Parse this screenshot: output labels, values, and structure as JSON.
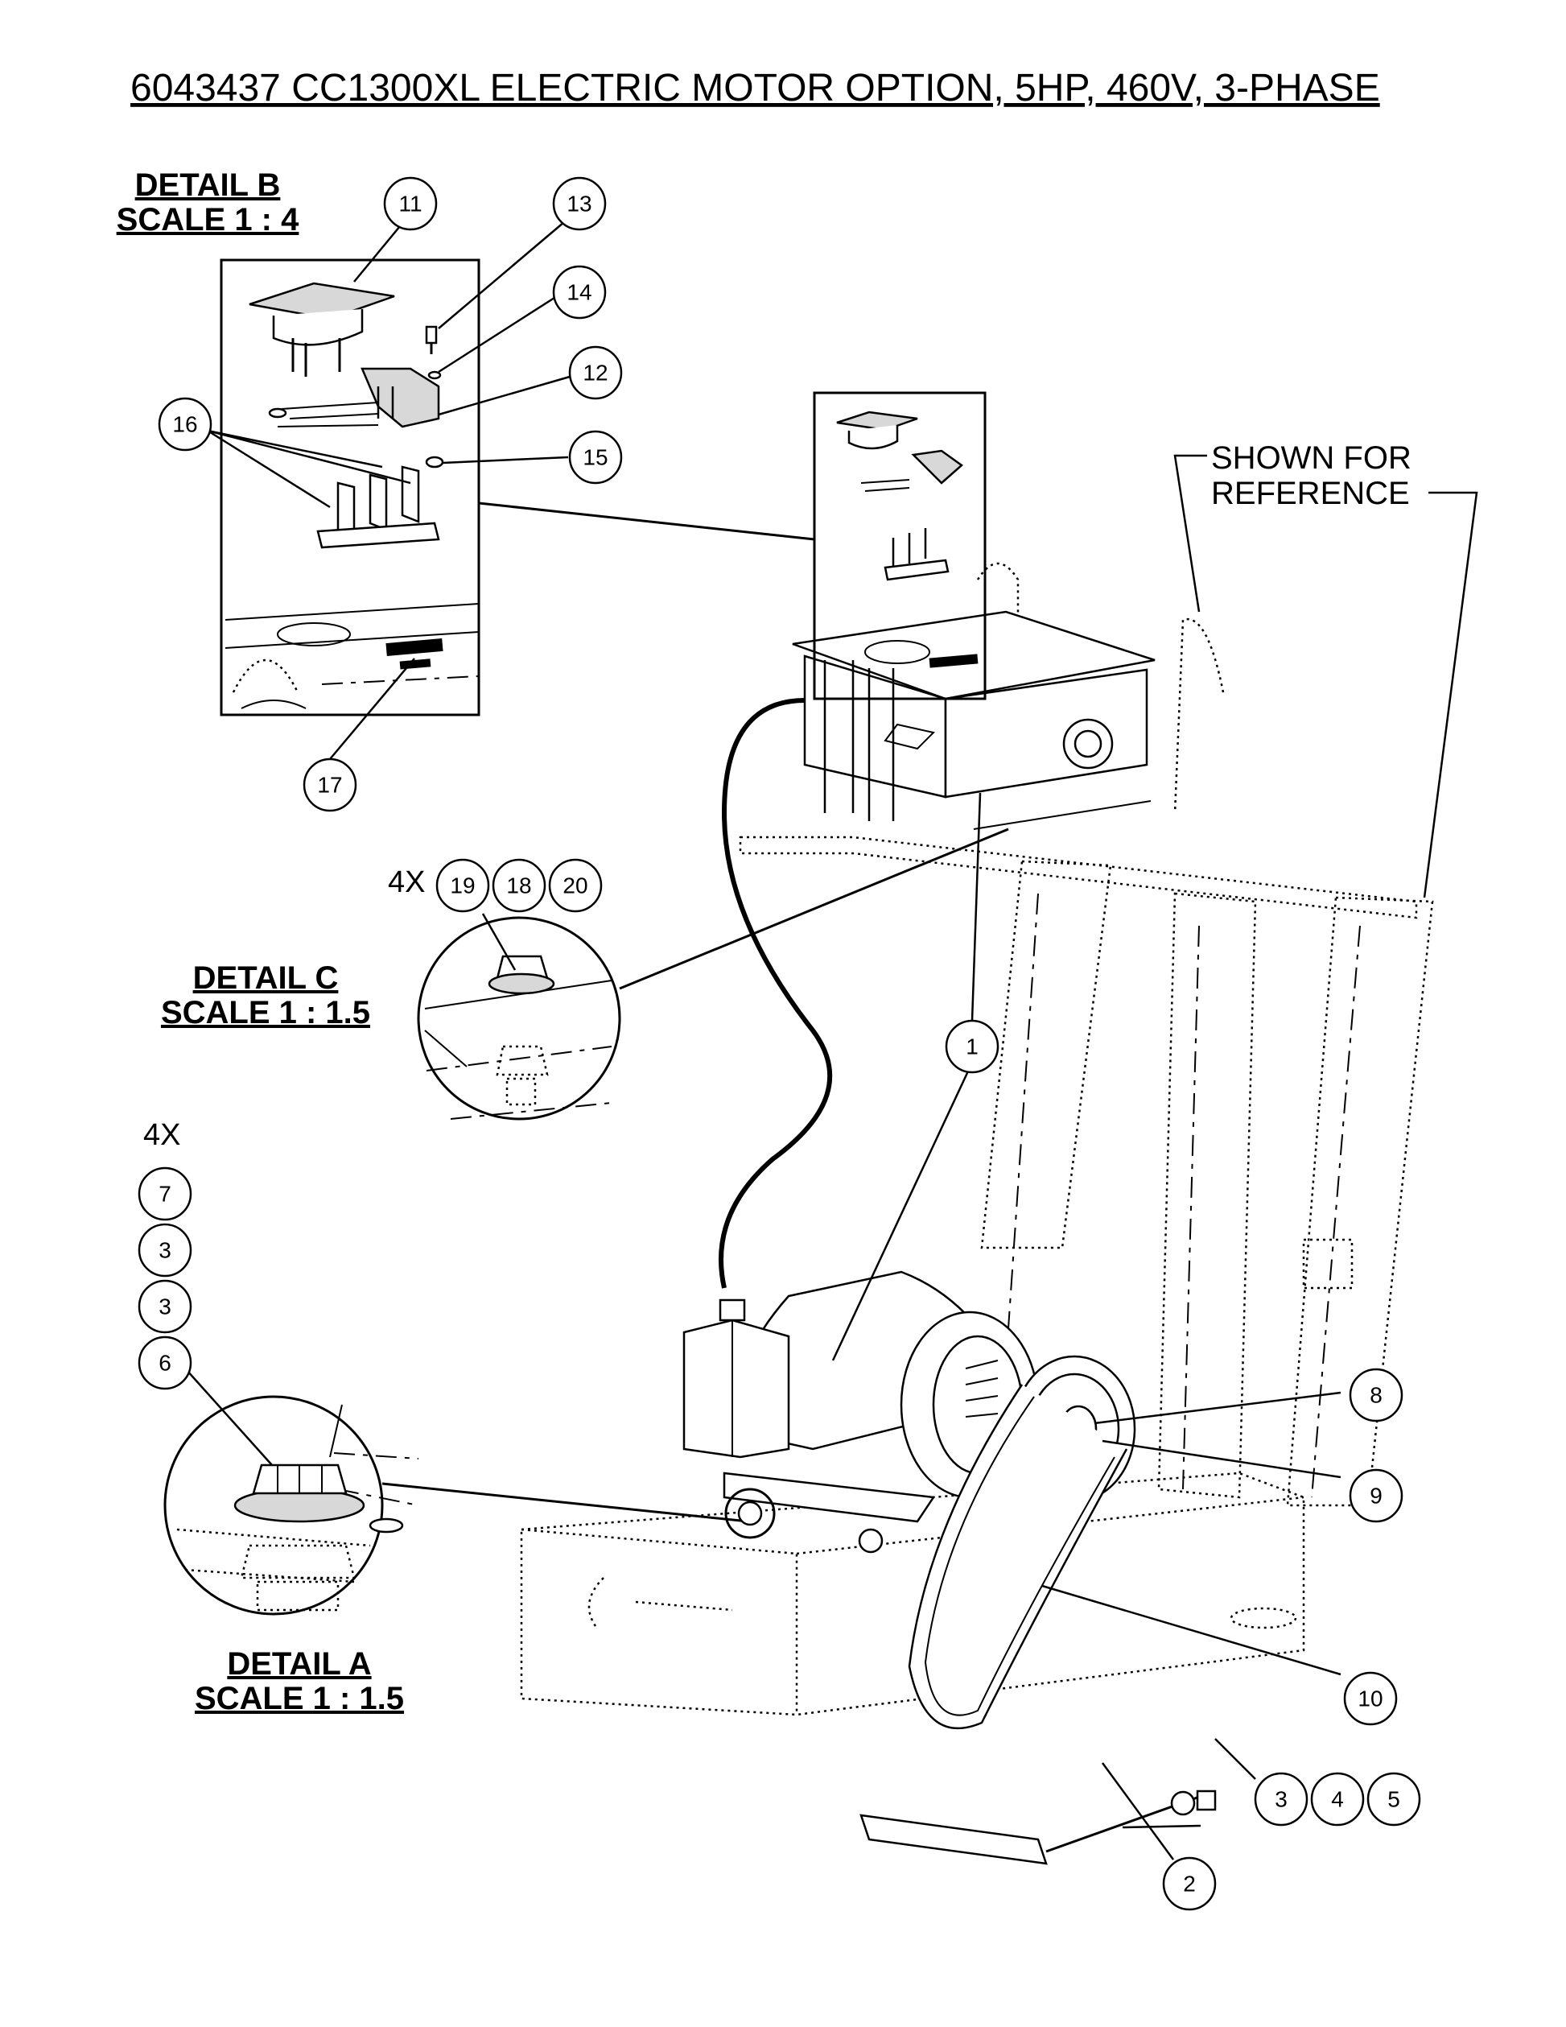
{
  "title": "6043437 CC1300XL ELECTRIC MOTOR OPTION, 5HP, 460V, 3-PHASE",
  "details": {
    "b": {
      "name": "DETAIL B",
      "scale": "SCALE 1 : 4"
    },
    "c": {
      "name": "DETAIL C",
      "scale": "SCALE 1 : 1.5"
    },
    "a": {
      "name": "DETAIL A",
      "scale": "SCALE 1 : 1.5"
    }
  },
  "reference_note": {
    "line1": "SHOWN FOR",
    "line2": "REFERENCE"
  },
  "quantity_labels": {
    "detail_c": "4X",
    "detail_a": "4X"
  },
  "callouts": {
    "c1": "1",
    "c2": "2",
    "c3a": "3",
    "c3b": "3",
    "c3c": "3",
    "c4": "4",
    "c5": "5",
    "c6": "6",
    "c7": "7",
    "c8": "8",
    "c9": "9",
    "c10": "10",
    "c11": "11",
    "c12": "12",
    "c13": "13",
    "c14": "14",
    "c15": "15",
    "c16": "16",
    "c17": "17",
    "c18": "18",
    "c19": "19",
    "c20": "20"
  }
}
